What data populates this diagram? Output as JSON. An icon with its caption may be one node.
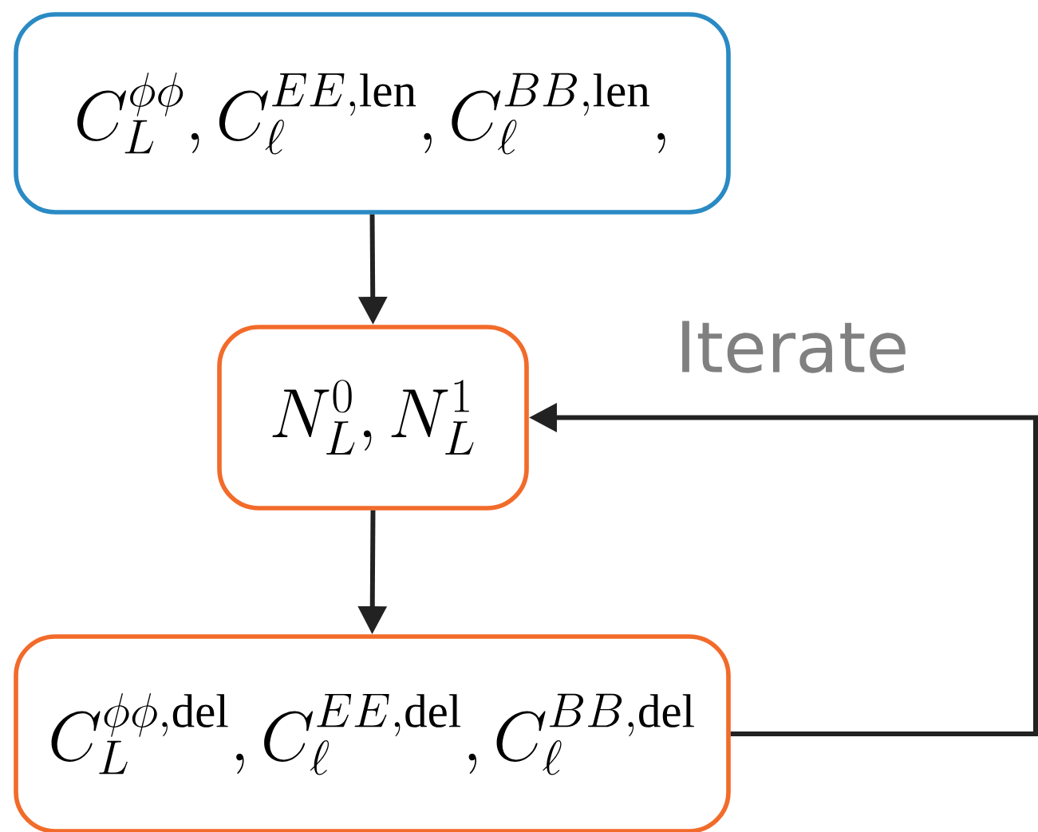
{
  "diagram": {
    "nodes": [
      {
        "text": [
          "C_L^{\\phi\\phi}, C_\\ell^{EE,\\mathrm{len}}, C_\\ell^{BB,\\mathrm{len}},"
        ]
      },
      {
        "text": [
          "N_L^0, N_L^1"
        ]
      },
      {
        "text": [
          "C_L^{\\phi\\phi,\\mathrm{del}}, C_\\ell^{EE,\\mathrm{del}}, C_\\ell^{BB,\\mathrm{del}}"
        ]
      }
    ],
    "edges": [
      {
        "from": 0,
        "to": 1,
        "arrow": "to"
      },
      {
        "from": 1,
        "to": 2,
        "arrow": "to"
      },
      {
        "from": 2,
        "to": 1,
        "arrow": "to",
        "label": "Iterate"
      }
    ]
  }
}
